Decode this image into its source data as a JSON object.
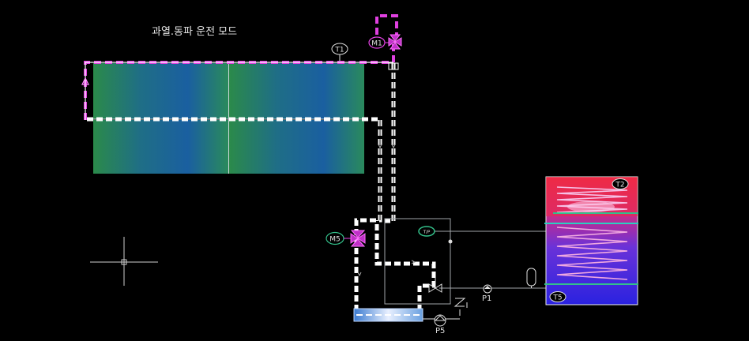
{
  "title": "과열.동파 운전 모드",
  "sensors": {
    "t1": "T1",
    "t2": "T2",
    "t5": "T5"
  },
  "valves": {
    "m1": "M1",
    "m5": "M5"
  },
  "pumps": {
    "p1": "P1",
    "p5": "P5"
  },
  "controller_label": "T/P",
  "colors": {
    "background": "#000000",
    "magenta_pipe": "#e040e0",
    "white_pipe": "#ffffff",
    "panel_green": "#2e8a4a",
    "panel_blue": "#1a5a9a",
    "tank_red": "#e8284a",
    "tank_blue": "#3a2ad8",
    "thin_line": "#9aa0a6",
    "coil_pink": "#f0b0e0",
    "coil_green": "#33c08a"
  }
}
